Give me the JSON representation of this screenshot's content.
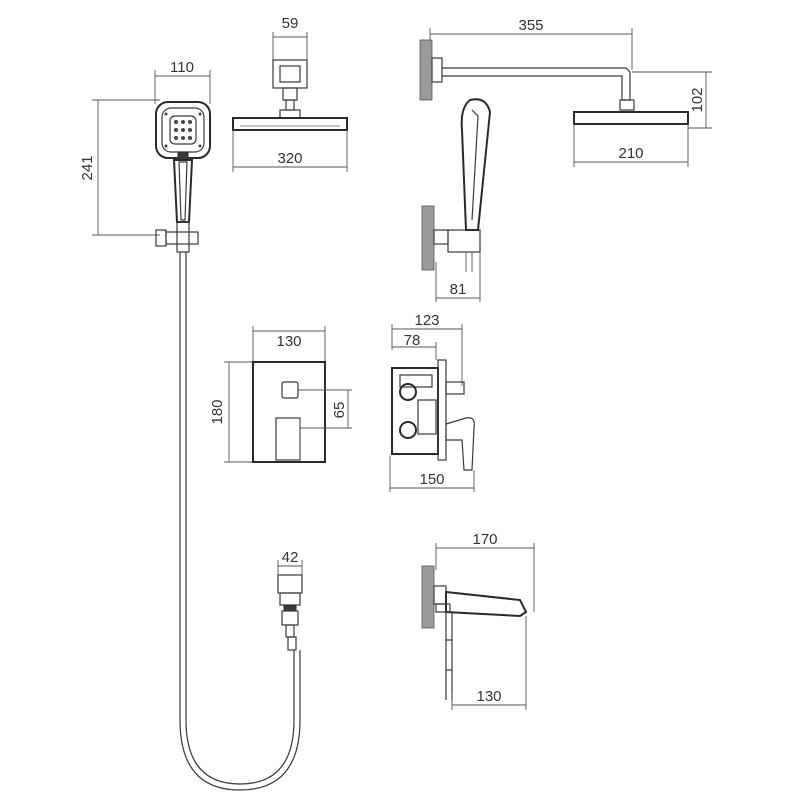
{
  "diagram": {
    "dimensions": {
      "handshower_width": "110",
      "handshower_height": "241",
      "arm_connector_width": "59",
      "overhead_width": "320",
      "arm_length": "355",
      "arm_drop": "102",
      "side_head_width": "210",
      "holder_depth": "81",
      "valve_plate_width": "130",
      "valve_plate_height": "180",
      "valve_lever_offset": "65",
      "valve_depth_total": "123",
      "valve_depth_box": "78",
      "valve_body_width": "150",
      "hose_connector_width": "42",
      "spout_length": "170",
      "spout_projection": "130"
    }
  }
}
